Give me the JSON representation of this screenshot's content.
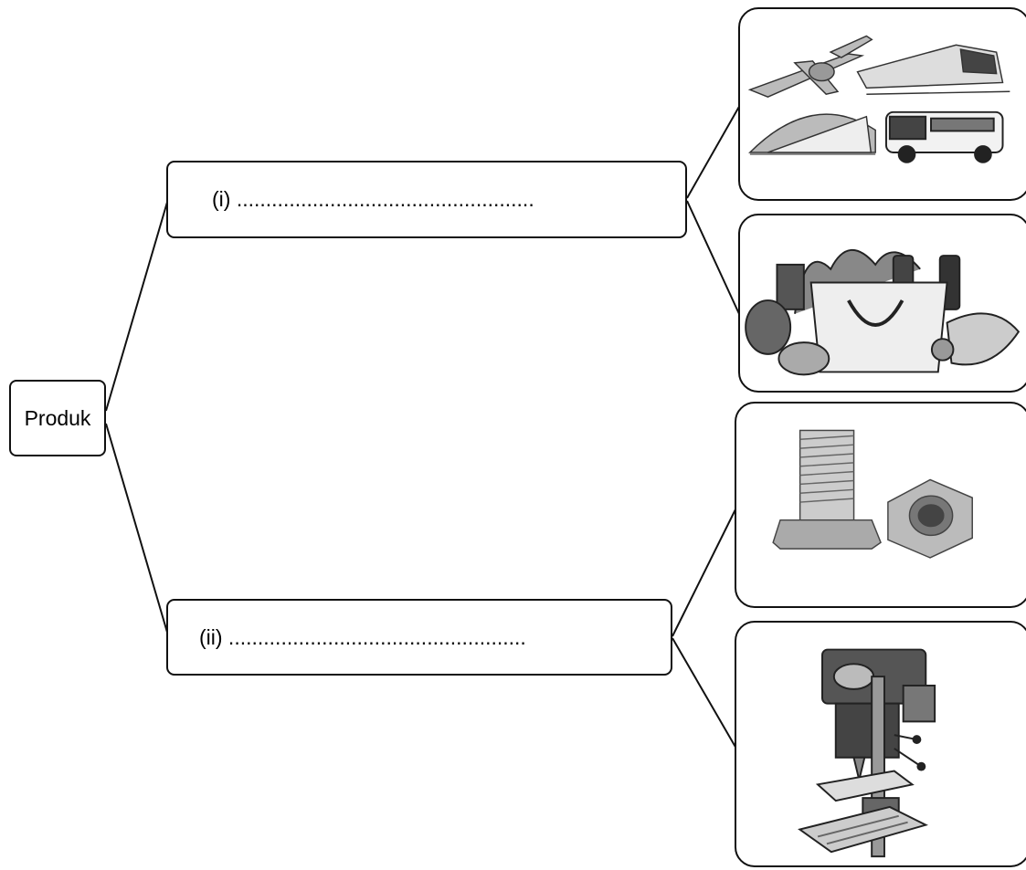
{
  "root": {
    "label": "Produk"
  },
  "branches": [
    {
      "label": "(i) ..................................................."
    },
    {
      "label": "(ii) ..................................................."
    }
  ],
  "images": [
    {
      "icon": "transport-vehicles-icon"
    },
    {
      "icon": "groceries-bag-icon"
    },
    {
      "icon": "bolt-and-nut-icon"
    },
    {
      "icon": "drill-press-machine-icon"
    }
  ]
}
